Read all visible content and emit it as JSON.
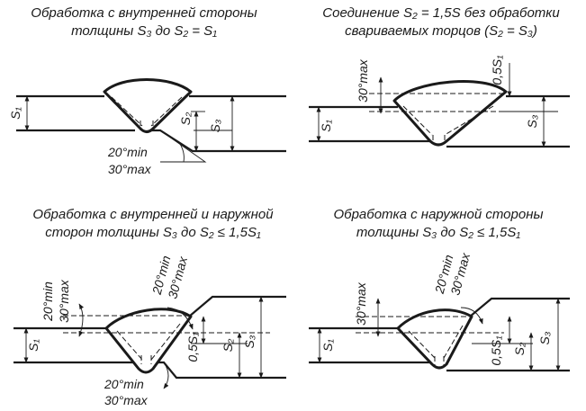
{
  "panels": [
    {
      "caption_line1": "Обработка с внутренней стороны",
      "caption_line2": "толщины S₃ до S₂ = S₁",
      "labels": [
        "S₁",
        "S₂",
        "S₃"
      ],
      "angles": [
        "20°min",
        "30°max"
      ]
    },
    {
      "caption_line1": "Соединение  S₂ = 1,5S  без обработки",
      "caption_line2": "свариваемых торцов (S₂ = S₃)",
      "labels": [
        "S₁",
        "S₃",
        "0,5S₁"
      ],
      "angles": [
        "30°max"
      ]
    },
    {
      "caption_line1": "Обработка с внутренней и наружной",
      "caption_line2": "сторон толщины S₃ до S₂ ≤ 1,5S₁",
      "labels": [
        "S₁",
        "0,5S₁",
        "S₂",
        "S₃"
      ],
      "angles": [
        "20°min",
        "30°max",
        "20°min",
        "30°max",
        "20°min",
        "30°max"
      ]
    },
    {
      "caption_line1": "Обработка с наружной стороны",
      "caption_line2": "толщины S₃ до S₂ ≤ 1,5S₁",
      "labels": [
        "S₁",
        "0,5S₁",
        "S₂",
        "S₃"
      ],
      "angles": [
        "30°max",
        "20°min",
        "30°max"
      ]
    }
  ]
}
